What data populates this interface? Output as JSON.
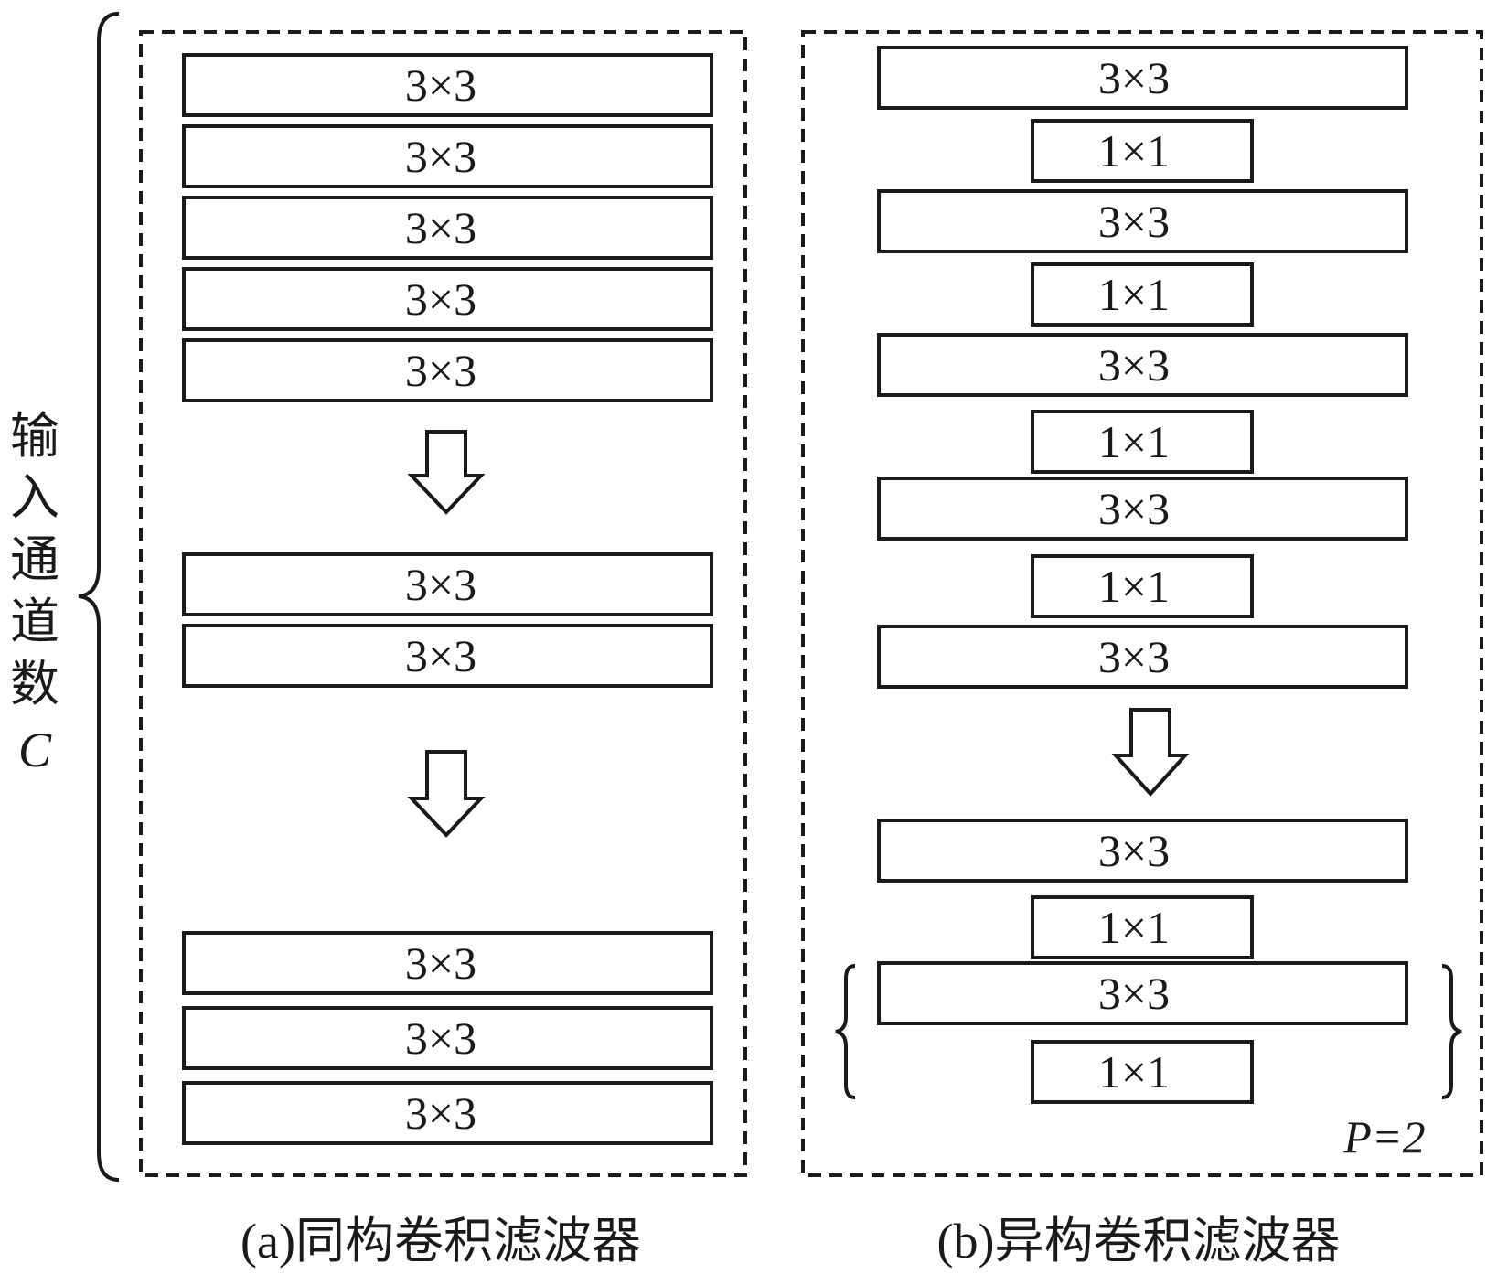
{
  "side_label": {
    "chars": [
      "输",
      "入",
      "通",
      "道",
      "数"
    ],
    "symbol": "C"
  },
  "panel_a": {
    "group1": [
      "3×3",
      "3×3",
      "3×3",
      "3×3",
      "3×3"
    ],
    "group2": [
      "3×3",
      "3×3"
    ],
    "group3": [
      "3×3",
      "3×3",
      "3×3"
    ],
    "caption": "(a)同构卷积滤波器"
  },
  "panel_b": {
    "group1": [
      "3×3",
      "1×1",
      "3×3",
      "1×1",
      "3×3",
      "1×1",
      "3×3",
      "1×1",
      "3×3"
    ],
    "group2": [
      "3×3",
      "1×1",
      "3×3",
      "1×1"
    ],
    "p_label": "P=2",
    "caption": "(b)异构卷积滤波器"
  }
}
